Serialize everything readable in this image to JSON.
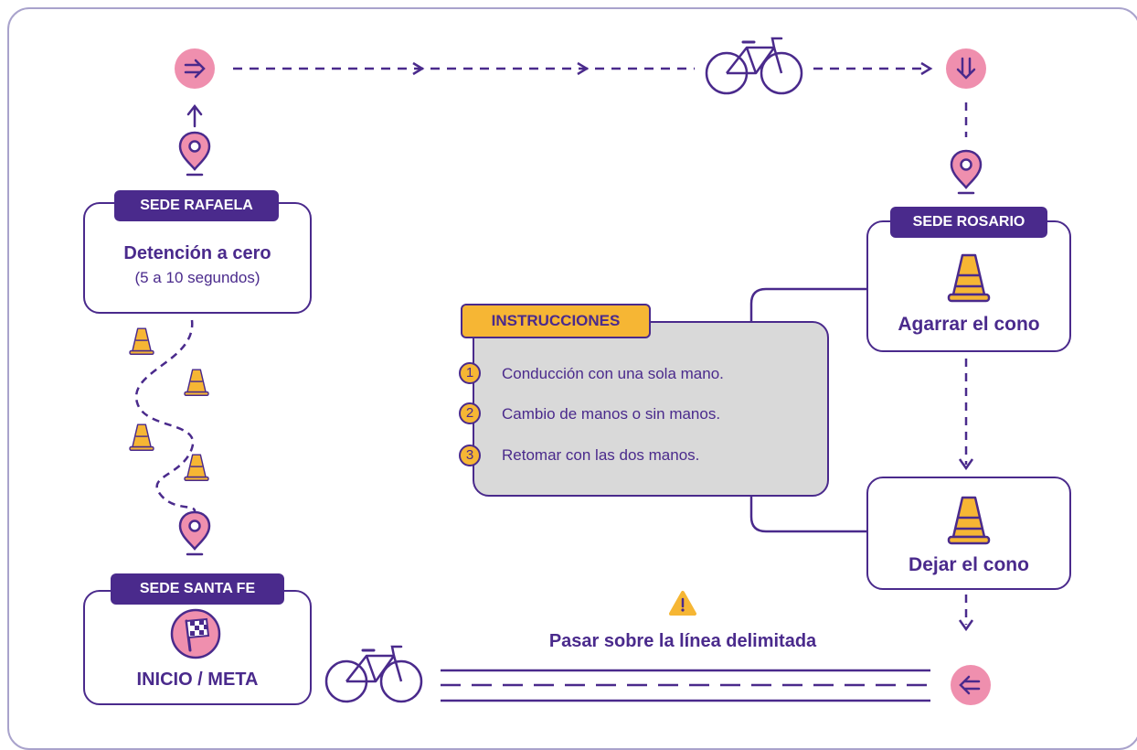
{
  "colors": {
    "primary": "#4a2a8c",
    "accent_pink": "#ef8fae",
    "accent_orange": "#f6b634",
    "panel_gray": "#d9d9d9"
  },
  "sede_rafaela": {
    "tag": "SEDE RAFAELA",
    "title": "Detención a cero",
    "subtitle": "(5 a 10 segundos)"
  },
  "sede_rosario": {
    "tag": "SEDE ROSARIO",
    "title": "Agarrar el cono"
  },
  "dejar": {
    "title": "Dejar el cono"
  },
  "sede_santafe": {
    "tag": "SEDE SANTA FE",
    "title": "INICIO / META"
  },
  "instructions": {
    "tag": "INSTRUCCIONES",
    "items": [
      {
        "num": "1",
        "text": "Conducción con una sola mano."
      },
      {
        "num": "2",
        "text": "Cambio de manos o sin manos."
      },
      {
        "num": "3",
        "text": "Retomar con las dos manos."
      }
    ]
  },
  "warning": {
    "text": "Pasar sobre la línea delimitada"
  },
  "icons": [
    "arrow-right-icon",
    "arrow-down-icon",
    "arrow-left-icon",
    "location-pin-icon",
    "bicycle-icon",
    "traffic-cone-icon",
    "checkered-flag-icon",
    "warning-icon"
  ]
}
